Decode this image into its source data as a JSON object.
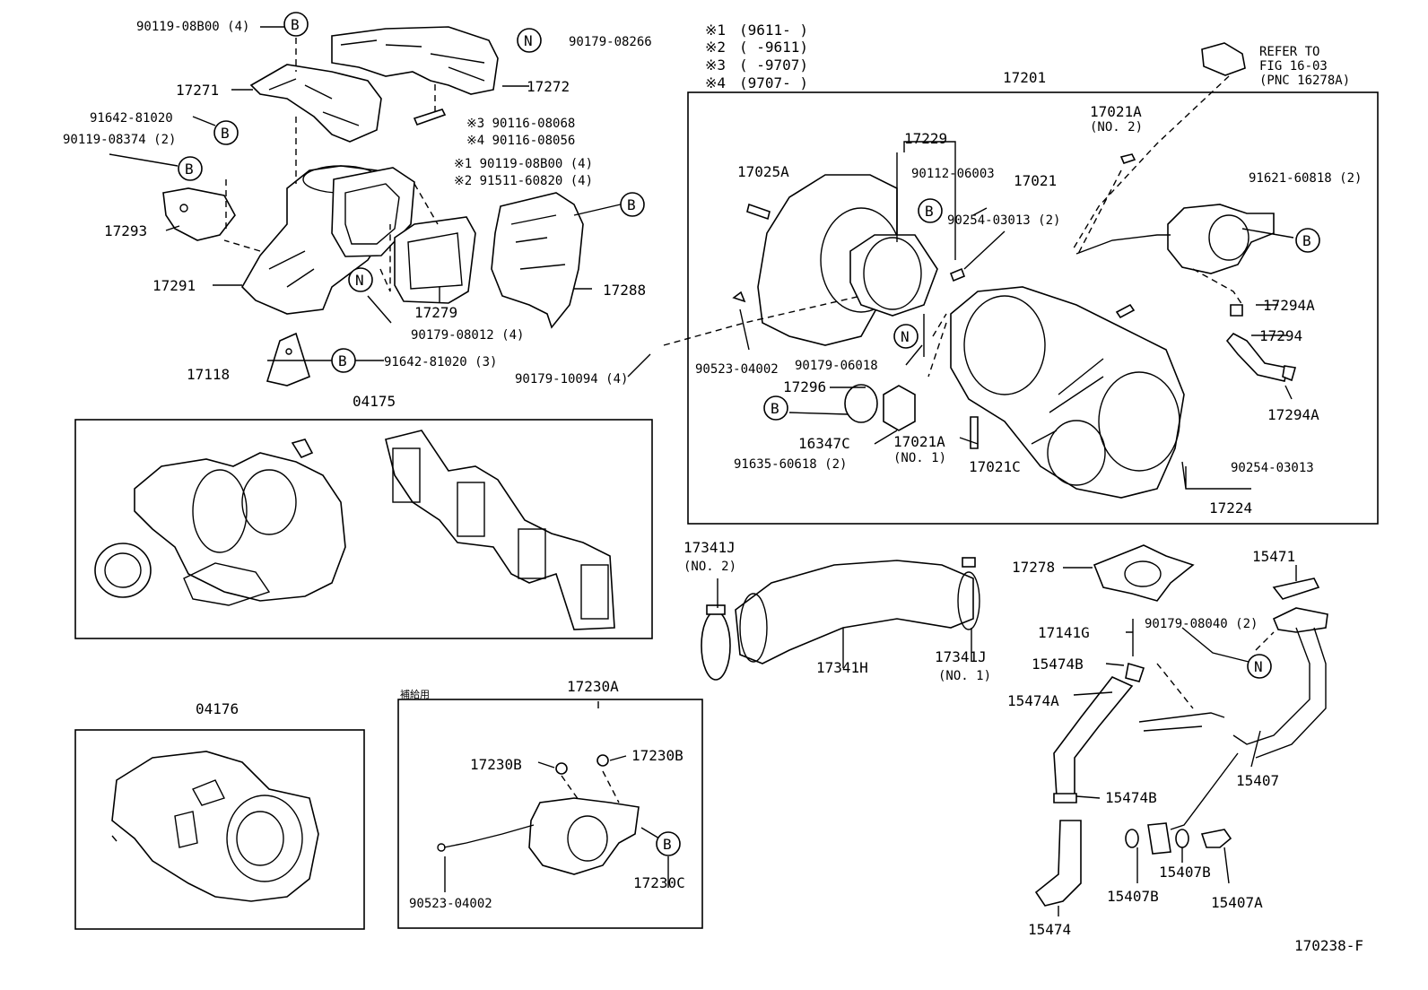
{
  "diagram": {
    "footer_id": "170238-F",
    "notes": [
      {
        "mark": "※1",
        "text": "(9611-      )"
      },
      {
        "mark": "※2",
        "text": "(      -9611)"
      },
      {
        "mark": "※3",
        "text": "(      -9707)"
      },
      {
        "mark": "※4",
        "text": "(9707-      )"
      }
    ],
    "refer": [
      "REFER TO",
      "FIG 16-03",
      "(PNC 16278A)"
    ],
    "kanji_label": "補給用",
    "circles": {
      "B": "B",
      "N": "N"
    },
    "labels": {
      "p90119_08B00_4": "90119-08B00 (4)",
      "p90179_08266": "90179-08266",
      "p17271": "17271",
      "p17272": "17272",
      "p91642_81020": "91642-81020",
      "p90119_08374_2": "90119-08374 (2)",
      "p3_90116_08068": "※3 90116-08068",
      "p4_90116_08056": "※4 90116-08056",
      "p1_90119_08B00_4": "※1 90119-08B00 (4)",
      "p2_91511_60820_4": "※2 91511-60820 (4)",
      "p17293": "17293",
      "p17291": "17291",
      "p17279": "17279",
      "p17288": "17288",
      "p90179_08012_4": "90179-08012 (4)",
      "p17118": "17118",
      "p91642_81020_3": "91642-81020 (3)",
      "p90179_10094_4": "90179-10094 (4)",
      "p04175": "04175",
      "p04176": "04176",
      "p17201": "17201",
      "p17021A_no2": "17021A",
      "p17021A_no2_sub": "(NO. 2)",
      "p17229": "17229",
      "p17025A": "17025A",
      "p90112_06003": "90112-06003",
      "p17021": "17021",
      "p91621_60818_2": "91621-60818 (2)",
      "p90254_03013_2": "90254-03013 (2)",
      "p17294A_a": "17294A",
      "p17294": "17294",
      "p17294A_b": "17294A",
      "p90523_04002": "90523-04002",
      "p90179_06018": "90179-06018",
      "p17296": "17296",
      "p16347C": "16347C",
      "p17021A_no1": "17021A",
      "p17021A_no1_sub": "(NO. 1)",
      "p91635_60618_2": "91635-60618 (2)",
      "p17021C": "17021C",
      "p90254_03013": "90254-03013",
      "p17224": "17224",
      "p17341J_no2": "17341J",
      "p17341J_no2_sub": "(NO. 2)",
      "p17341H": "17341H",
      "p17341J_no1": "17341J",
      "p17341J_no1_sub": "(NO. 1)",
      "p17278": "17278",
      "p15471": "15471",
      "p17141G": "17141G",
      "p90179_08040_2": "90179-08040 (2)",
      "p15474B_a": "15474B",
      "p15474A": "15474A",
      "p15407": "15407",
      "p15474B_b": "15474B",
      "p15407B_a": "15407B",
      "p15407B_b": "15407B",
      "p15407A": "15407A",
      "p15474": "15474",
      "p17230A": "17230A",
      "p17230B_a": "17230B",
      "p17230B_b": "17230B",
      "p17230C": "17230C",
      "p90523_04002_b": "90523-04002"
    }
  }
}
